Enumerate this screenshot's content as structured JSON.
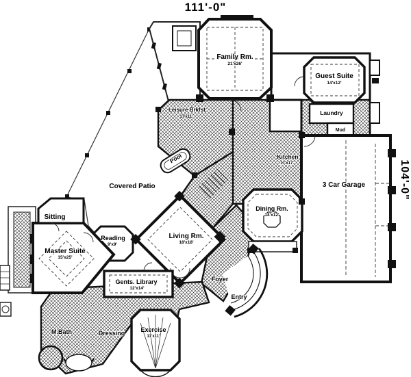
{
  "plan": {
    "title": "floor-plan",
    "background": "#ffffff",
    "ink": "#111111"
  },
  "dimensions": {
    "top": "111'-0\"",
    "right": "104'-0\""
  },
  "rooms": {
    "family": {
      "label": "Family Rm.",
      "size": "21'x26'"
    },
    "guest": {
      "label": "Guest Suite",
      "size": "14'x12'"
    },
    "laundry": {
      "label": "Laundry"
    },
    "mud": {
      "label": "Mud"
    },
    "leisure": {
      "label": "Leisure Brkfst.",
      "size": "17'x11'"
    },
    "kitchen": {
      "label": "Kitchen",
      "size": "17'x17'"
    },
    "pool": {
      "label": "Pool"
    },
    "garage": {
      "label": "3 Car Garage"
    },
    "dining": {
      "label": "Dining Rm.",
      "size": "14'x12'"
    },
    "patio": {
      "label": "Covered Patio"
    },
    "sitting": {
      "label": "Sitting"
    },
    "reading": {
      "label": "Reading",
      "size": "9'x9'"
    },
    "master": {
      "label": "Master Suite",
      "size": "15'x25'"
    },
    "living": {
      "label": "Living Rm.",
      "size": "18'x18'"
    },
    "library": {
      "label": "Gents. Library",
      "size": "12'x14'"
    },
    "foyer": {
      "label": "Foyer"
    },
    "entry": {
      "label": "Entry"
    },
    "mbath": {
      "label": "M.Bath"
    },
    "dressing": {
      "label": "Dressing"
    },
    "exercise": {
      "label": "Exercise",
      "size": "11'x11'"
    }
  }
}
